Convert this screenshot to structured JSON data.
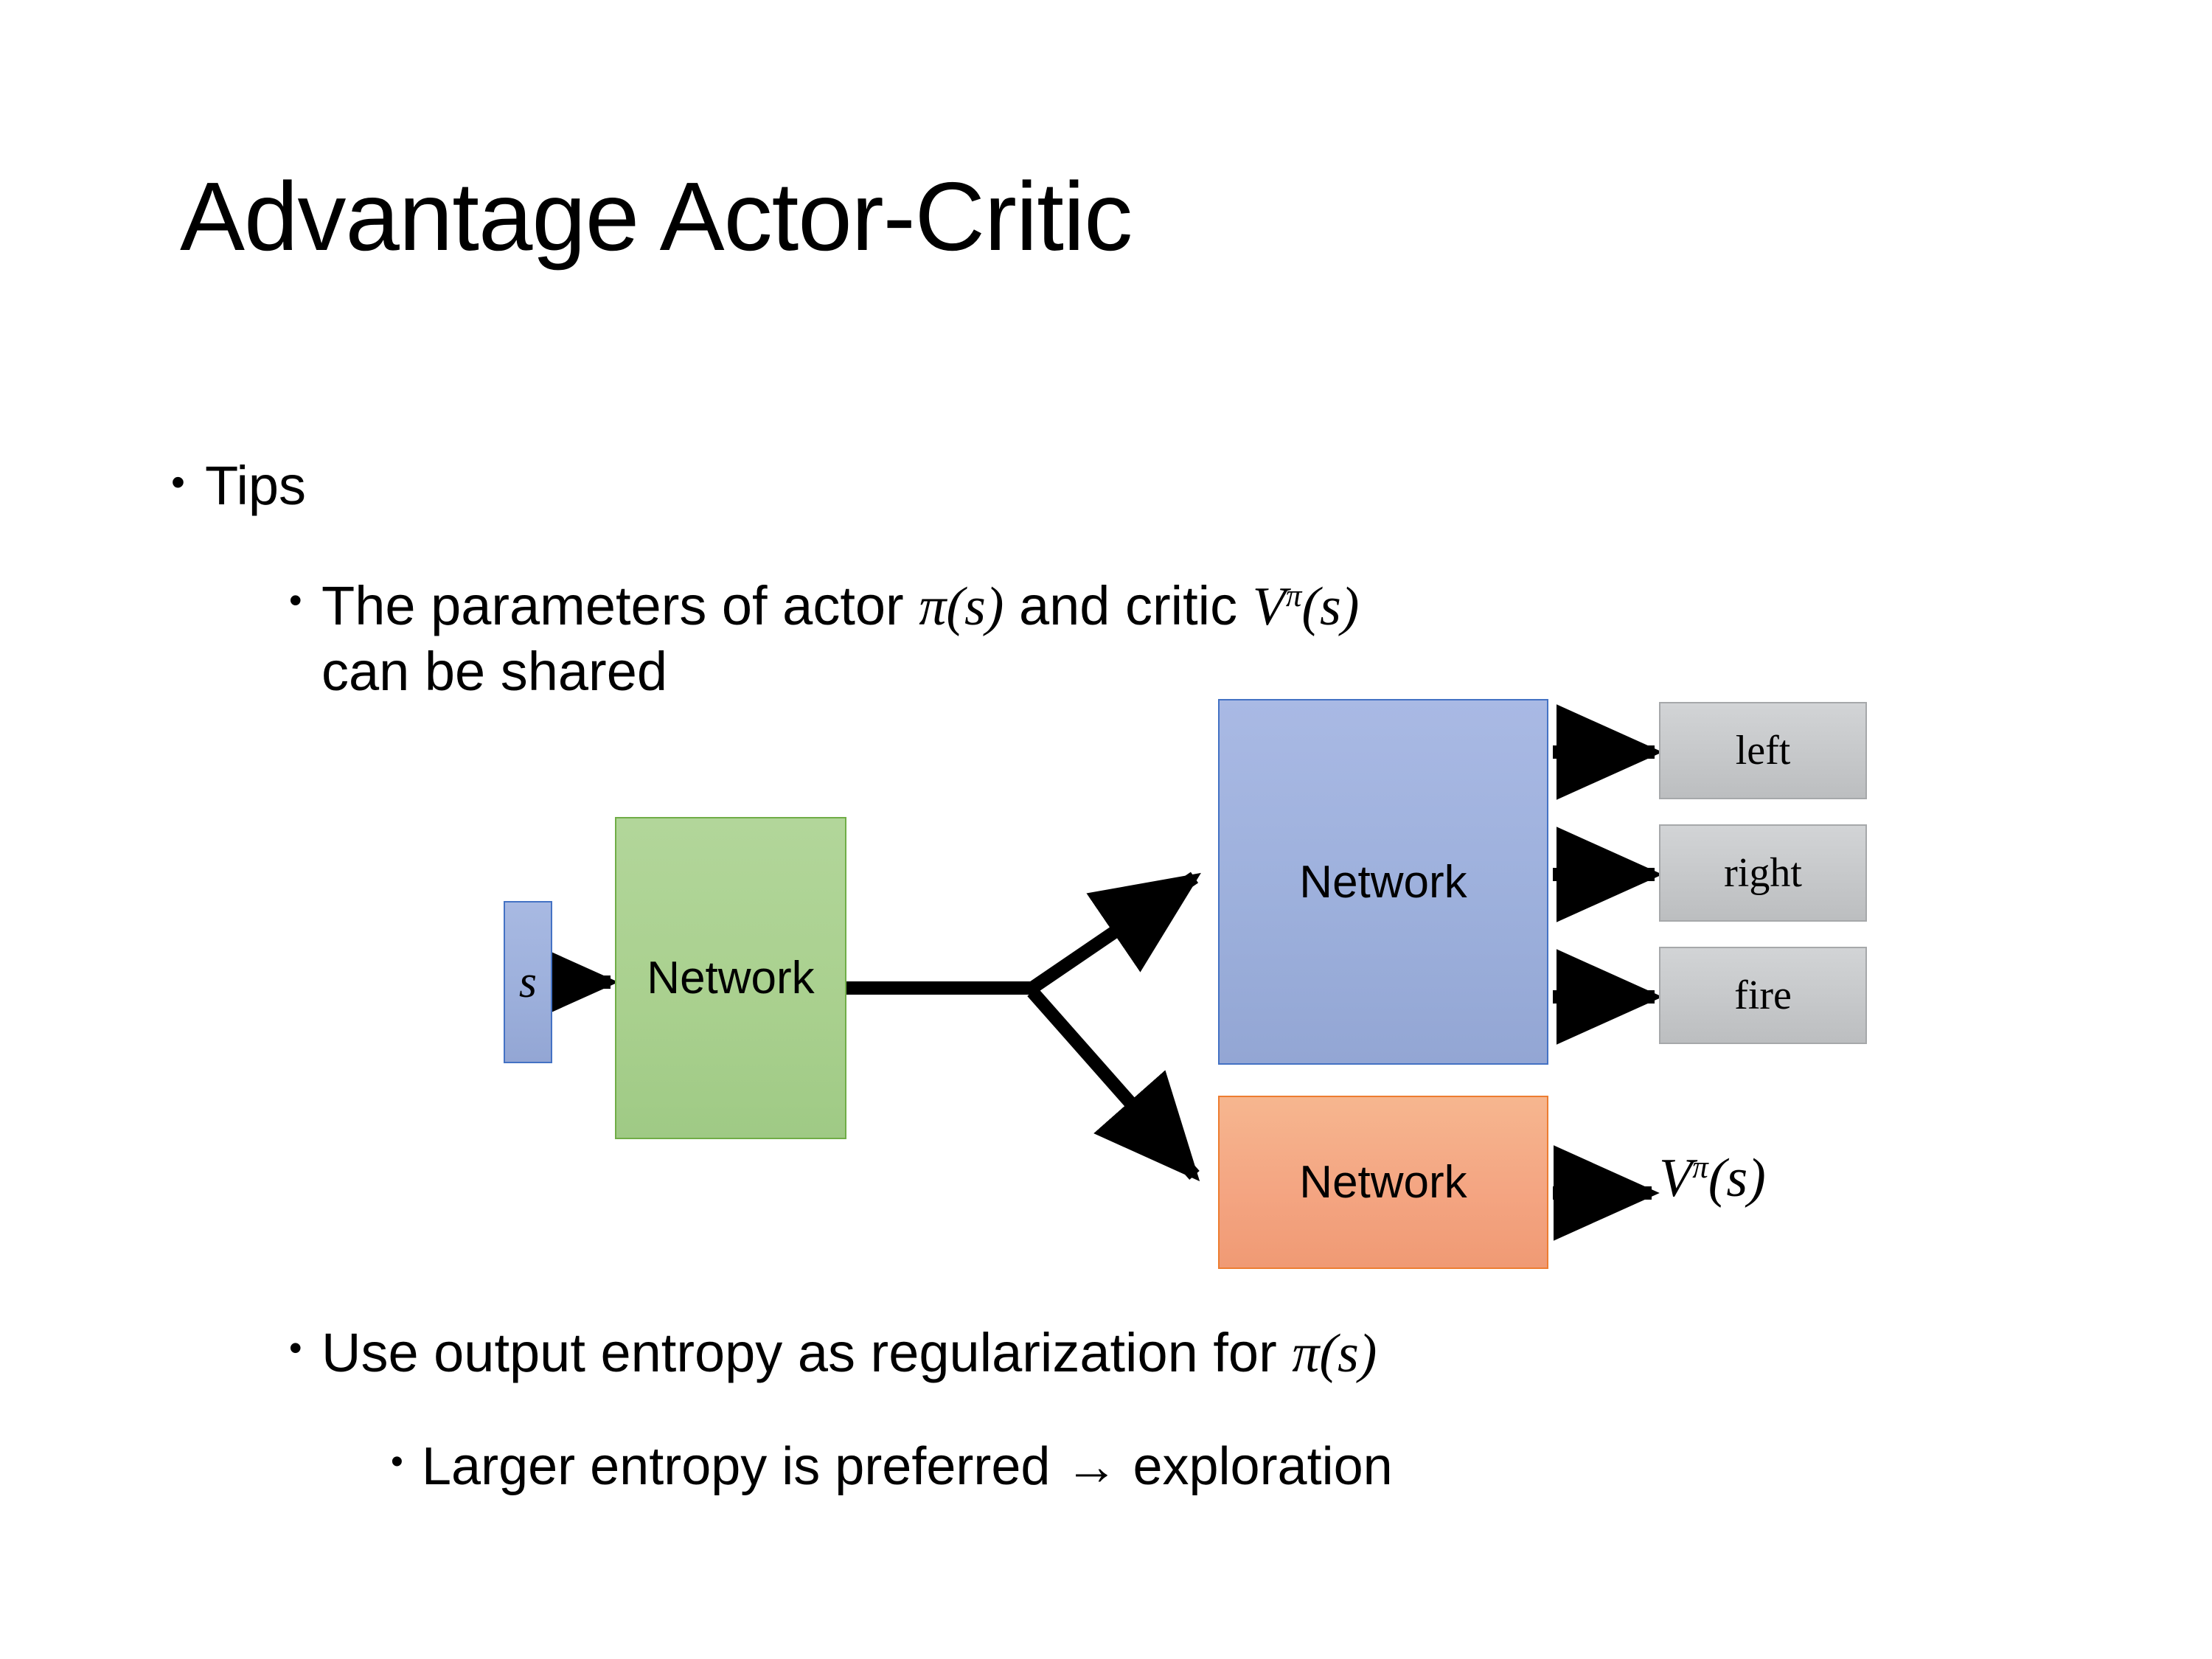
{
  "slide": {
    "title": "Advantage Actor-Critic",
    "background_color": "#ffffff",
    "text_color": "#000000"
  },
  "bullets": {
    "level1": {
      "marker": "•",
      "text": "Tips"
    },
    "params": {
      "marker": "•",
      "line_prefix": "The parameters of actor ",
      "actor_symbol": "π(s)",
      "line_middle": "  and critic ",
      "critic_symbol_base": "V",
      "critic_symbol_sup": "π",
      "critic_symbol_arg": "(s)",
      "line_suffix": "can be shared",
      "full_text": "The parameters of actor π(s)  and critic Vπ(s) can be shared"
    },
    "entropy": {
      "marker": "•",
      "text_prefix": "Use output entropy as regularization for ",
      "symbol": "π(s)",
      "full_text": "Use output entropy as regularization for π(s)"
    },
    "exploration": {
      "marker": "•",
      "text": "Larger entropy is preferred → exploration"
    }
  },
  "diagram": {
    "state_box": {
      "label": "s",
      "fill": "#9db0dc",
      "border": "#4472c4"
    },
    "shared_network": {
      "label": "Network",
      "fill": "#a9d08e",
      "border": "#70ad47"
    },
    "actor_network": {
      "label": "Network",
      "fill": "#9db0dc",
      "border": "#4472c4"
    },
    "critic_network": {
      "label": "Network",
      "fill": "#f4a582",
      "border": "#ed7d31"
    },
    "actions": [
      {
        "label": "left",
        "fill": "#c6c8ca",
        "border": "#a6a8aa"
      },
      {
        "label": "right",
        "fill": "#c6c8ca",
        "border": "#a6a8aa"
      },
      {
        "label": "fire",
        "fill": "#c6c8ca",
        "border": "#a6a8aa"
      }
    ],
    "critic_output": {
      "base": "V",
      "sup": "π",
      "arg": "(s)",
      "full_text": "Vπ(s)"
    },
    "arrow_color": "#000000"
  }
}
